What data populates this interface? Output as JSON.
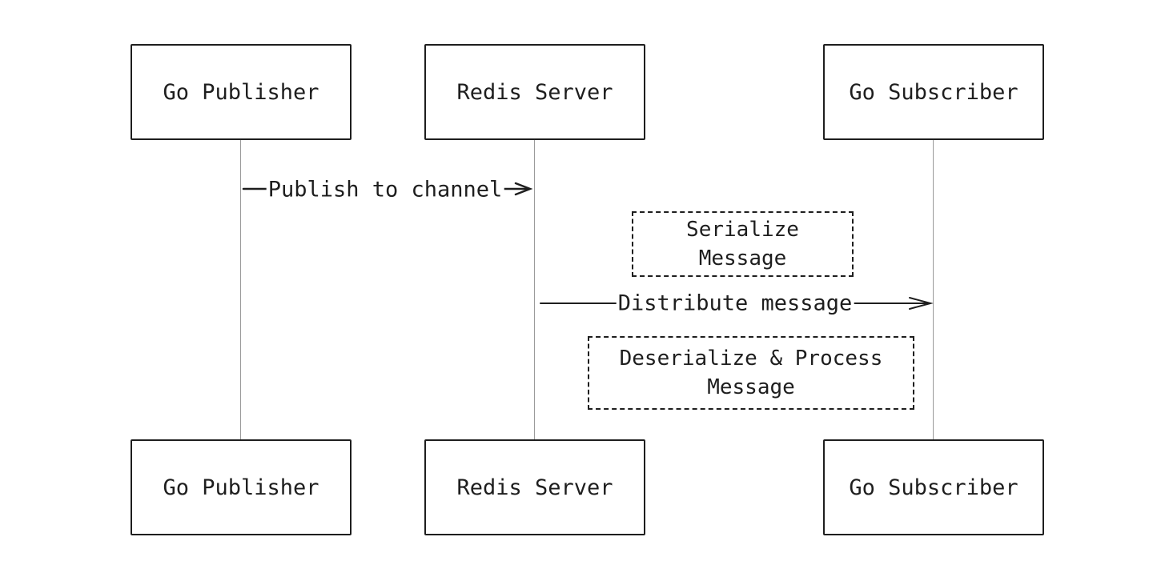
{
  "participants": [
    {
      "label": "Go Publisher"
    },
    {
      "label": "Redis Server"
    },
    {
      "label": "Go Subscriber"
    }
  ],
  "messages": [
    {
      "label": "Publish to channel"
    },
    {
      "label": "Distribute message"
    }
  ],
  "notes": [
    {
      "lines": [
        "Serialize",
        "Message"
      ]
    },
    {
      "lines": [
        "Deserialize & Process",
        "Message"
      ]
    }
  ],
  "colors": {
    "stroke": "#1e1e1e",
    "lifeline": "#9a9a9a",
    "background": "#ffffff"
  }
}
